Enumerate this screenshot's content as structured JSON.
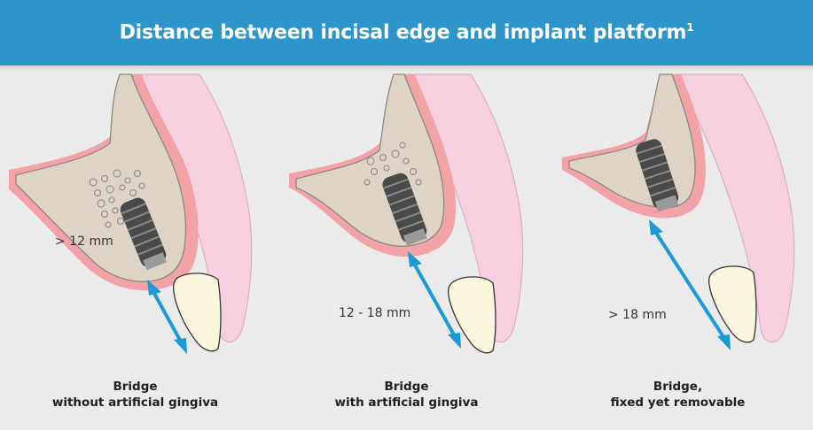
{
  "header": {
    "title": "Distance between incisal edge and implant platform",
    "superscript": "1"
  },
  "colors": {
    "header_bg": "#2d95c9",
    "arrow": "#1b9ad6",
    "bone": "#ddd3c6",
    "gingiva": "#f3a3a8",
    "lip": "#f7d0e0",
    "tooth": "#fbf6de",
    "implant": "#4a4a4a"
  },
  "panels": [
    {
      "measurement": "> 12 mm",
      "caption_line1": "Bridge",
      "caption_line2": "without artificial gingiva"
    },
    {
      "measurement": "12 - 18 mm",
      "caption_line1": "Bridge",
      "caption_line2": "with artificial gingiva"
    },
    {
      "measurement": "> 18 mm",
      "caption_line1": "Bridge,",
      "caption_line2": "fixed yet removable"
    }
  ]
}
